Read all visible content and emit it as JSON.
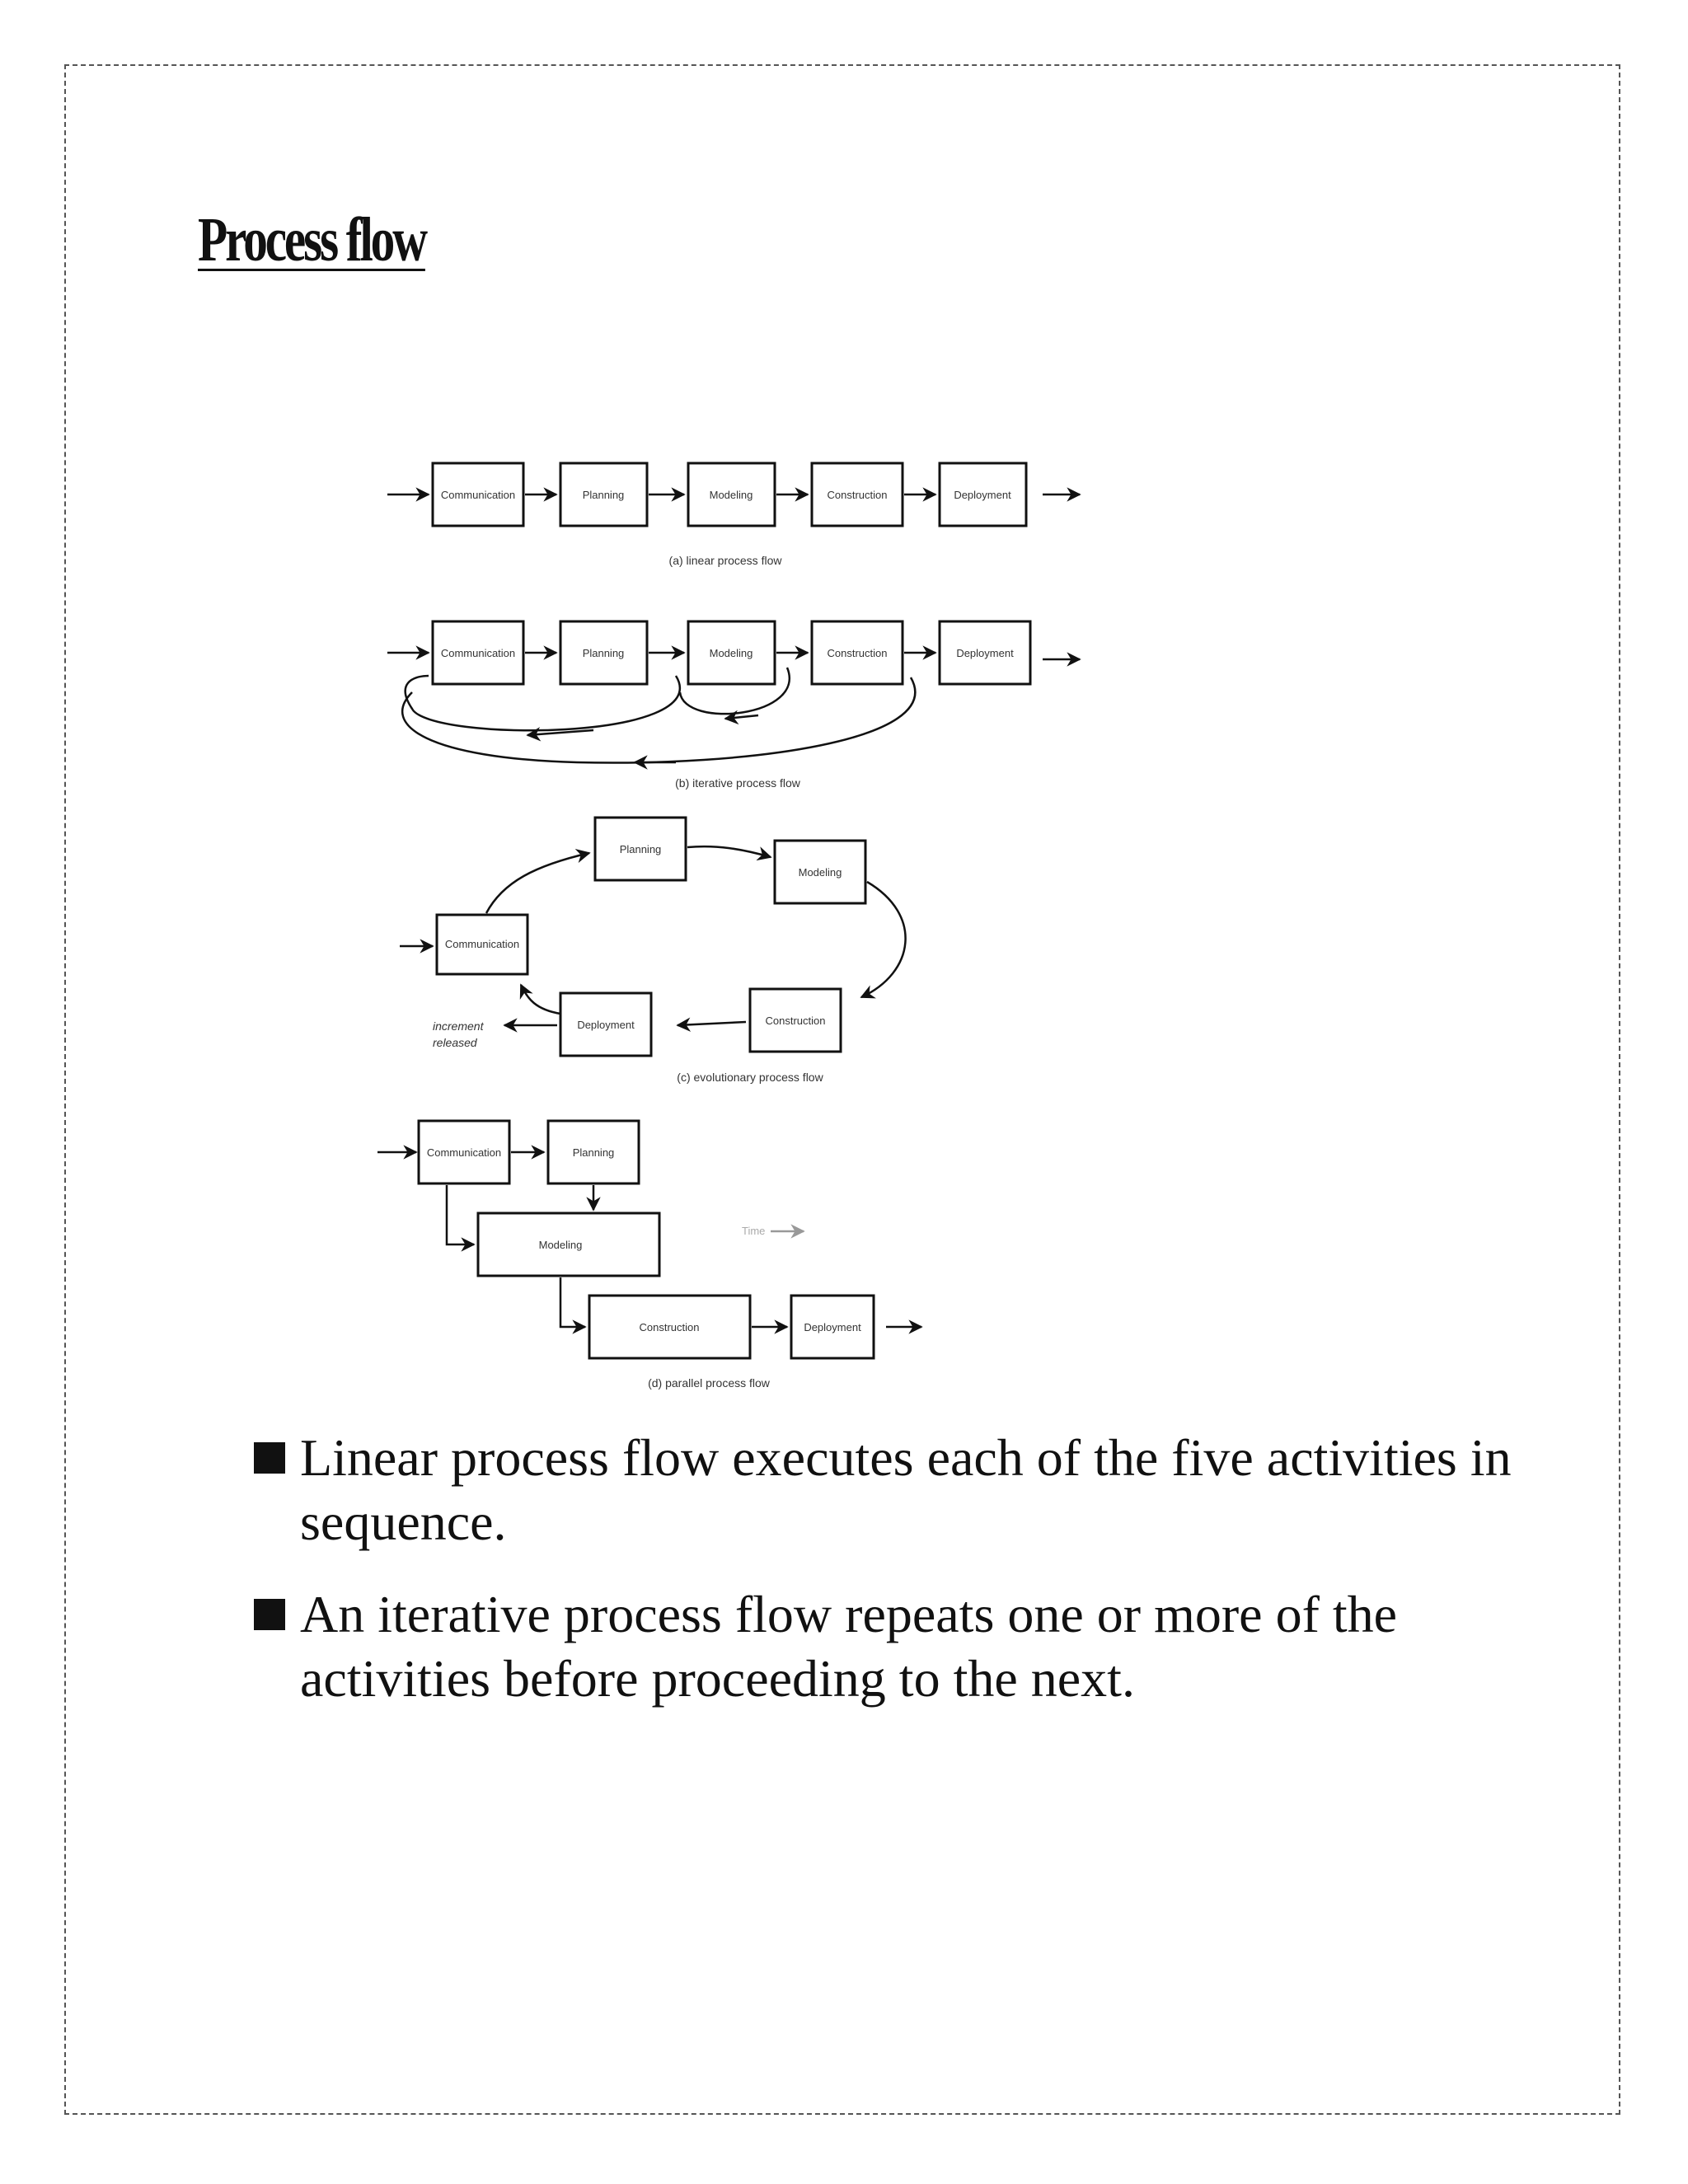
{
  "title": "Process flow",
  "figure": {
    "labels": {
      "communication": "Communication",
      "planning": "Planning",
      "modeling": "Modeling",
      "construction": "Construction",
      "deployment": "Deployment",
      "increment": "increment",
      "released": "released",
      "time": "Time"
    },
    "captions": {
      "a": "(a) linear process flow",
      "b": "(b) iterative process flow",
      "c": "(c) evolutionary process flow",
      "d": "(d) parallel process flow"
    }
  },
  "bullets": [
    "Linear process flow executes each of the five activities in sequence.",
    "An iterative process flow repeats one or more of the activities before proceeding to the next."
  ]
}
